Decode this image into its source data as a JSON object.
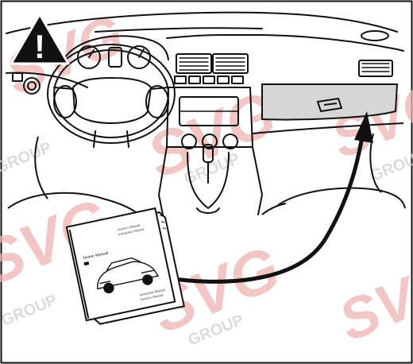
{
  "illustration": {
    "subject": "car-interior-glovebox-manual",
    "warning": {
      "icon": "warning-triangle-icon",
      "glyph": "!"
    },
    "colors": {
      "line": "#111111",
      "glovebox_fill": "#d6d6d6",
      "watermark": "#e8a7a7",
      "watermark_text": "#c8c8c8"
    }
  },
  "watermark": {
    "logo_text": "SVG",
    "group_text": "GROUP"
  },
  "manual_cover": {
    "header_line1": "Owner's Manual",
    "header_line2": "Instruction Manual",
    "title": "Owner Manual",
    "footer_line1": "Instruction Manual",
    "footer_line2": "Owner's Manual"
  }
}
